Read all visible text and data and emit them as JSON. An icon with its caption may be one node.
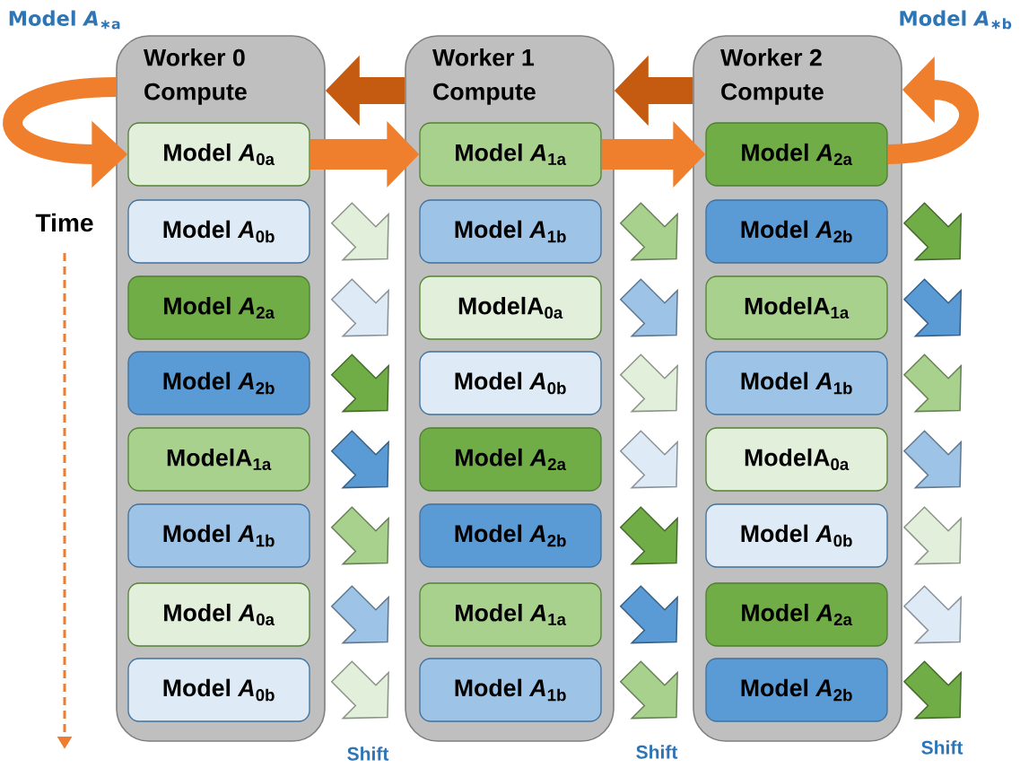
{
  "diagram": {
    "nodes": [
      {
        "text": [
          "Worker 0 Compute"
        ]
      },
      {
        "text": [
          "Model *A*$_{0a}$"
        ],
        "in": 0
      },
      {
        "text": [
          "Model *A*$_{0b}$"
        ],
        "in": 0
      },
      {
        "text": [
          "Model *A*$_{2a}$"
        ],
        "in": 0
      },
      {
        "text": [
          "Model *A*$_{2b}$"
        ],
        "in": 0
      },
      {
        "text": [
          "ModelA$_{1a}$"
        ],
        "in": 0
      },
      {
        "text": [
          "Model *A*$_{1b}$"
        ],
        "in": 0
      },
      {
        "text": [
          "Model *A*$_{0a}$"
        ],
        "in": 0
      },
      {
        "text": [
          "Model *A*$_{0b}$"
        ],
        "in": 0
      },
      {
        "text": [
          "Worker 1 Compute"
        ]
      },
      {
        "text": [
          "Model *A*$_{1a}$"
        ],
        "in": 9
      },
      {
        "text": [
          "Model *A*$_{1b}$"
        ],
        "in": 9
      },
      {
        "text": [
          "ModelA$_{0a}$"
        ],
        "in": 9
      },
      {
        "text": [
          "Model *A*$_{0b}$"
        ],
        "in": 9
      },
      {
        "text": [
          "Model *A*$_{2a}$"
        ],
        "in": 9
      },
      {
        "text": [
          "Model *A*$_{2b}$"
        ],
        "in": 9
      },
      {
        "text": [
          "Model *A*$_{1a}$"
        ],
        "in": 9
      },
      {
        "text": [
          "Model *A*$_{1b}$"
        ],
        "in": 9
      },
      {
        "text": [
          "Worker 2 Compute"
        ]
      },
      {
        "text": [
          "Model *A*$_{2a}$"
        ],
        "in": 18
      },
      {
        "text": [
          "Model *A*$_{2b}$"
        ],
        "in": 18
      },
      {
        "text": [
          "ModelA$_{1a}$"
        ],
        "in": 18
      },
      {
        "text": [
          "Model *A*$_{1b}$"
        ],
        "in": 18
      },
      {
        "text": [
          "ModelA$_{0a}$"
        ],
        "in": 18
      },
      {
        "text": [
          "Model *A*$_{0b}$"
        ],
        "in": 18
      },
      {
        "text": [
          "Model *A*$_{2a}$"
        ],
        "in": 18
      },
      {
        "text": [
          "Model *A*$_{2b}$"
        ],
        "in": 18
      }
    ],
    "edges": [
      {
        "from": 1,
        "to": 10,
        "arrow": "to"
      },
      {
        "from": 10,
        "to": 19,
        "arrow": "to"
      },
      {
        "from": 18,
        "to": 9,
        "arrow": "to",
        "color": "#c55a11"
      },
      {
        "from": 9,
        "to": 0,
        "arrow": "to",
        "color": "#c55a11"
      },
      {
        "from": 0,
        "to": 1,
        "arrow": "to"
      },
      {
        "from": 19,
        "to": 18,
        "arrow": "to"
      },
      {
        "from": 2,
        "to": 11,
        "arrow": "to",
        "color": "#e2efda"
      },
      {
        "from": 3,
        "to": 12,
        "arrow": "to",
        "color": "#deebf7"
      },
      {
        "from": 4,
        "to": 13,
        "arrow": "to",
        "color": "#70ad47"
      },
      {
        "from": 5,
        "to": 14,
        "arrow": "to",
        "color": "#5b9bd5"
      },
      {
        "from": 6,
        "to": 15,
        "arrow": "to",
        "color": "#a9d18e"
      },
      {
        "from": 7,
        "to": 16,
        "arrow": "to",
        "color": "#9dc3e6"
      },
      {
        "from": 8,
        "to": 17,
        "arrow": "to",
        "color": "#e2efda"
      },
      {
        "from": 11,
        "to": 20,
        "arrow": "to",
        "color": "#a9d18e"
      },
      {
        "from": 12,
        "to": 21,
        "arrow": "to",
        "color": "#9dc3e6"
      },
      {
        "from": 13,
        "to": 22,
        "arrow": "to",
        "color": "#e2efda"
      },
      {
        "from": 14,
        "to": 23,
        "arrow": "to",
        "color": "#deebf7"
      },
      {
        "from": 15,
        "to": 24,
        "arrow": "to",
        "color": "#70ad47"
      },
      {
        "from": 16,
        "to": 25,
        "arrow": "to",
        "color": "#5b9bd5"
      },
      {
        "from": 17,
        "to": 26,
        "arrow": "to",
        "color": "#a9d18e"
      },
      {
        "from": 20,
        "to": null,
        "arrow": "to",
        "color": "#70ad47"
      },
      {
        "from": 21,
        "to": null,
        "arrow": "to",
        "color": "#5b9bd5"
      },
      {
        "from": 22,
        "to": null,
        "arrow": "to",
        "color": "#a9d18e"
      },
      {
        "from": 23,
        "to": null,
        "arrow": "to",
        "color": "#9dc3e6"
      },
      {
        "from": 24,
        "to": null,
        "arrow": "to",
        "color": "#e2efda"
      },
      {
        "from": 25,
        "to": null,
        "arrow": "to",
        "color": "#deebf7"
      },
      {
        "from": 26,
        "to": null,
        "arrow": "to",
        "color": "#70ad47"
      }
    ],
    "labels": [
      "Model *A*$_{∗a}$",
      "Model *A*$_{∗b}$",
      "Time",
      "Shift",
      "Shift",
      "Shift"
    ]
  }
}
